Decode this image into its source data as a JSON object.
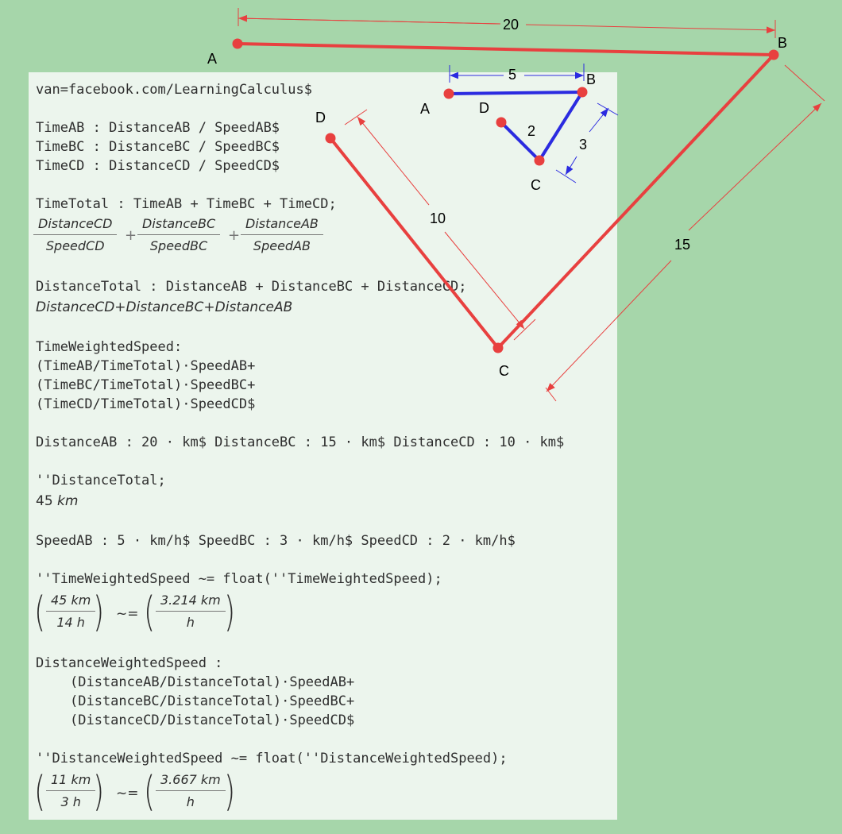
{
  "lines": {
    "van": "van=facebook.com/LearningCalculus$",
    "time_ab": "TimeAB : DistanceAB / SpeedAB$",
    "time_bc": "TimeBC : DistanceBC / SpeedBC$",
    "time_cd": "TimeCD : DistanceCD / SpeedCD$",
    "time_total": "TimeTotal : TimeAB + TimeBC + TimeCD;",
    "distance_total": "DistanceTotal : DistanceAB + DistanceBC + DistanceCD;",
    "distance_total_out": "DistanceCD+DistanceBC+DistanceAB",
    "tws_def": "TimeWeightedSpeed:",
    "tws_1": "(TimeAB/TimeTotal)·SpeedAB+",
    "tws_2": "(TimeBC/TimeTotal)·SpeedBC+",
    "tws_3": "(TimeCD/TimeTotal)·SpeedCD$",
    "distances": "DistanceAB : 20 · km$ DistanceBC : 15 · km$ DistanceCD : 10 · km$",
    "dt_query": "''DistanceTotal;",
    "speeds": "SpeedAB : 5 · km/h$ SpeedBC : 3 · km/h$ SpeedCD : 2 · km/h$",
    "tws_query": "''TimeWeightedSpeed ~= float(''TimeWeightedSpeed);",
    "dws_def": "DistanceWeightedSpeed :",
    "dws_1": "(DistanceAB/DistanceTotal)·SpeedAB+",
    "dws_2": "(DistanceBC/DistanceTotal)·SpeedBC+",
    "dws_3": "(DistanceCD/DistanceTotal)·SpeedCD$",
    "dws_query": "''DistanceWeightedSpeed ~= float(''DistanceWeightedSpeed);"
  },
  "time_total_out": {
    "f1_num": "DistanceCD",
    "f1_den": "SpeedCD",
    "f2_num": "DistanceBC",
    "f2_den": "SpeedBC",
    "f3_num": "DistanceAB",
    "f3_den": "SpeedAB",
    "plus": "+"
  },
  "dt_result": {
    "value": "45",
    "unit": "km"
  },
  "tws_result": {
    "num": "45 km",
    "den": "14 h",
    "approx": "~=",
    "num2": "3.214 km",
    "den2": "h"
  },
  "dws_result": {
    "num": "11 km",
    "den": "3 h",
    "approx": "~=",
    "num2": "3.667 km",
    "den2": "h"
  },
  "diagram": {
    "large": {
      "A": "A",
      "B": "B",
      "C": "C",
      "D": "D",
      "ab": "20",
      "bc": "15",
      "cd": "10"
    },
    "small": {
      "A": "A",
      "B": "B",
      "C": "C",
      "D": "D",
      "ab": "5",
      "bc": "3",
      "cd": "2"
    },
    "colors": {
      "large": "#e8403f",
      "small": "#2b2be0",
      "panel": "#ecf5ed",
      "background": "#a6d6aa"
    }
  }
}
